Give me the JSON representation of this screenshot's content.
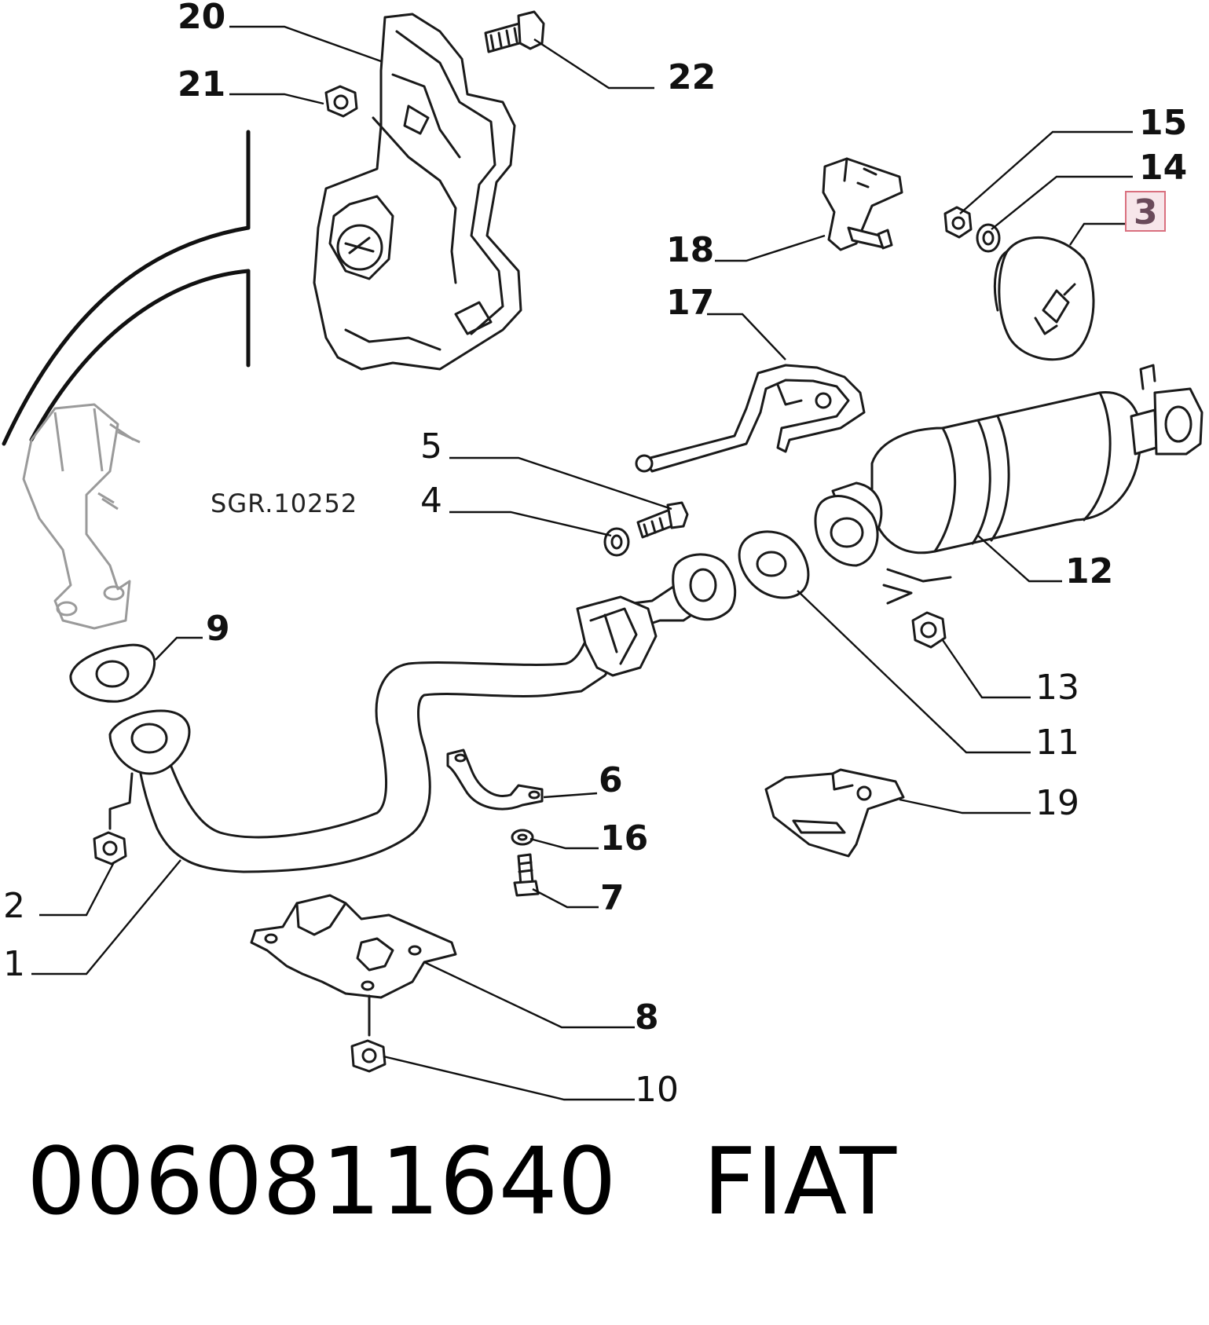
{
  "diagram": {
    "drawing_code": "SGR.10252",
    "highlighted_callout": "3",
    "callouts": {
      "c1": "1",
      "c2": "2",
      "c3": "3",
      "c4": "4",
      "c5": "5",
      "c6": "6",
      "c7": "7",
      "c8": "8",
      "c9": "9",
      "c10": "10",
      "c11": "11",
      "c12": "12",
      "c13": "13",
      "c14": "14",
      "c15": "15",
      "c16": "16",
      "c17": "17",
      "c18": "18",
      "c19": "19",
      "c20": "20",
      "c21": "21",
      "c22": "22"
    }
  },
  "footer": {
    "part_number": "0060811640",
    "brand": "FIAT"
  },
  "colors": {
    "line": "#1a1a1a",
    "highlight_fill": "#f7e6ea",
    "highlight_border": "#d9707f"
  }
}
